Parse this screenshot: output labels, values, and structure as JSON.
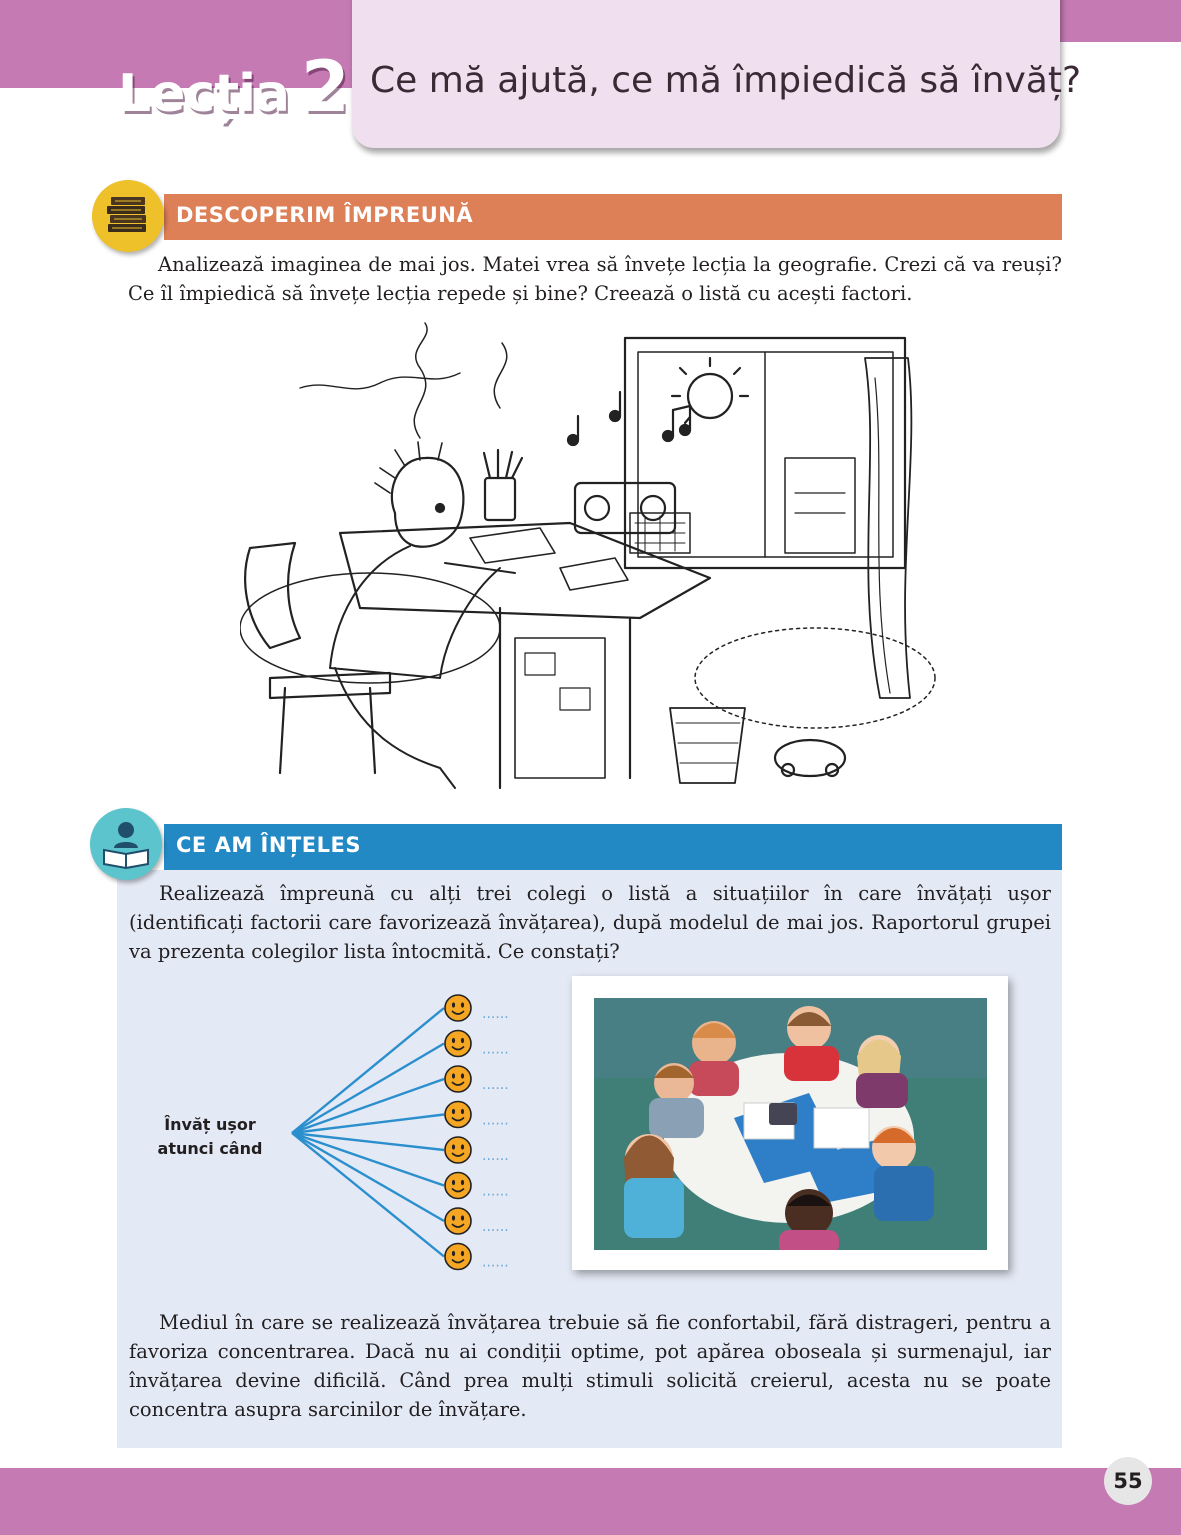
{
  "header": {
    "lesson_word": "Lecția",
    "lesson_number": "2",
    "title": "Ce mă ajută, ce mă împiedică să învăț?"
  },
  "section1": {
    "title": "DESCOPERIM ÎMPREUNĂ",
    "icon": "books-icon",
    "paragraph": "Analizează imaginea de mai jos. Matei vrea să învețe lecția la geografie. Crezi că va reuși? Ce îl împiedică să învețe lecția repede și bine? Creează o listă cu acești factori."
  },
  "section2": {
    "title": "CE AM ÎNȚELES",
    "icon": "reader-icon",
    "paragraph": "Realizează împreună cu alți trei colegi o listă a situațiilor în care învățați ușor (identificați factorii care favorizează învățarea), după modelul de mai jos. Raportorul grupei va prezenta colegilor lista întocmită. Ce constați?",
    "diagram": {
      "center_label_line1": "Învăț ușor",
      "center_label_line2": "atunci când",
      "branch_count": 8,
      "placeholder": "......"
    },
    "conclusion": "Mediul în care se realizează învățarea trebuie să fie confortabil, fără distrageri, pentru a favoriza concentrarea. Dacă nu ai condiții optime, pot apărea oboseala și surmenajul, iar învățarea devine dificilă. Când prea mulți stimuli solicită creierul, acesta nu se poate concentra asupra sarcinilor de învățare."
  },
  "footer": {
    "page_number": "55"
  },
  "colors": {
    "pink_band": "#c57ab4",
    "title_box": "#f0dfee",
    "orange_bar": "#dd7f57",
    "blue_bar": "#2289c5",
    "blue_panel": "#e3e9f5",
    "smiley": "#f5a623"
  }
}
